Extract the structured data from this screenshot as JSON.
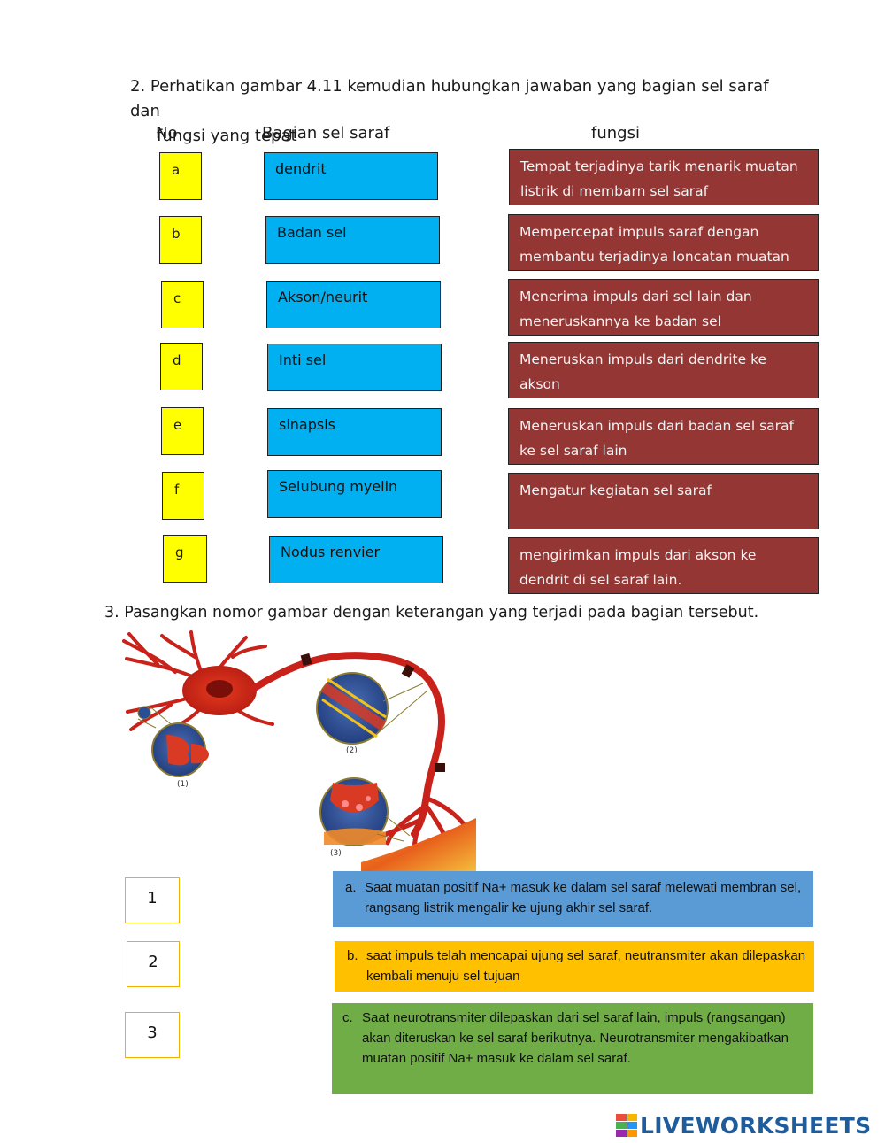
{
  "question2": {
    "title_line1": "2. Perhatikan gambar 4.11 kemudian hubungkan jawaban yang bagian sel saraf dan",
    "title_line2": "fungsi yang tepat",
    "headers": {
      "no": "No",
      "bagian": "Bagian sel saraf",
      "fungsi": "fungsi"
    },
    "letters": [
      "a",
      "b",
      "c",
      "d",
      "e",
      "f",
      "g"
    ],
    "parts": [
      "dendrit",
      "Badan sel",
      "Akson/neurit",
      "Inti sel",
      "sinapsis",
      "Selubung myelin",
      "Nodus renvier"
    ],
    "functions": [
      "Tempat terjadinya tarik menarik muatan listrik di membarn sel saraf",
      "Mempercepat impuls saraf dengan membantu terjadinya loncatan muatan",
      "Menerima impuls dari sel lain dan meneruskannya ke badan sel",
      "Meneruskan impuls dari dendrite ke akson",
      "Meneruskan impuls dari badan sel saraf ke sel saraf lain",
      "Mengatur kegiatan sel saraf",
      "mengirimkan impuls dari akson ke dendrit di sel saraf lain."
    ],
    "colors": {
      "letter_box": "#ffff00",
      "part_box": "#00b0f0",
      "function_box": "#943634"
    }
  },
  "question3": {
    "title": "3. Pasangkan nomor gambar dengan keterangan yang terjadi pada bagian tersebut.",
    "figure_labels": [
      "(1)",
      "(2)",
      "(3)"
    ],
    "numbers": [
      "1",
      "2",
      "3"
    ],
    "answers": [
      {
        "letter": "a.",
        "text": "Saat muatan positif Na+ masuk ke dalam sel saraf melewati membran sel, rangsang listrik mengalir ke ujung akhir sel saraf.",
        "color": "#5b9bd5"
      },
      {
        "letter": "b.",
        "text": "saat impuls telah mencapai ujung sel saraf, neutransmiter akan dilepaskan kembali menuju sel tujuan",
        "color": "#ffc000"
      },
      {
        "letter": "c.",
        "text": "Saat neurotransmiter dilepaskan dari sel  saraf lain, impuls (rangsangan) akan diteruskan ke sel saraf berikutnya. Neurotransmiter mengakibatkan muatan positif Na+ masuk ke dalam sel saraf.",
        "color": "#70ad47"
      }
    ]
  },
  "brand": {
    "name": "LIVEWORKSHEETS",
    "color": "#1f5c9c"
  }
}
